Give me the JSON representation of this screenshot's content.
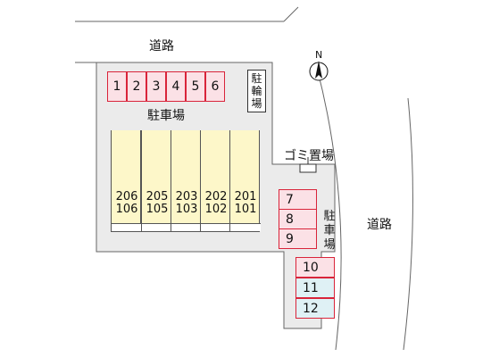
{
  "map": {
    "road_top": "道路",
    "road_right": "道路",
    "parking_top_label": "駐車場",
    "parking_right_label": [
      "駐",
      "車",
      "場"
    ],
    "bicycle_parking": [
      "駐",
      "輪",
      "場"
    ],
    "garbage": "ゴミ置場",
    "north": "N",
    "parking_top": [
      "1",
      "2",
      "3",
      "4",
      "5",
      "6"
    ],
    "parking_right": [
      "7",
      "8",
      "9"
    ],
    "parking_bottom": [
      "10",
      "11",
      "12"
    ],
    "units": [
      {
        "upper": "206",
        "lower": "106"
      },
      {
        "upper": "205",
        "lower": "105"
      },
      {
        "upper": "203",
        "lower": "103"
      },
      {
        "upper": "202",
        "lower": "102"
      },
      {
        "upper": "201",
        "lower": "101"
      }
    ],
    "colors": {
      "parking_pink": "#fbe1e6",
      "parking_blue": "#dff1f5",
      "building_yellow": "#fdf7c9",
      "lot_gray": "#ebebeb"
    }
  }
}
